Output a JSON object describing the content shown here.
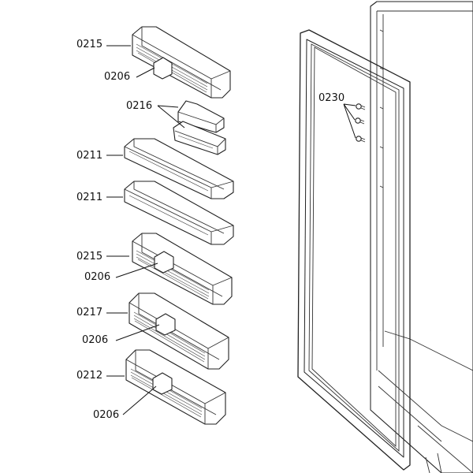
{
  "labels": {
    "l0215a": "0215",
    "l0206a": "0206",
    "l0216": "0216",
    "l0211a": "0211",
    "l0211b": "0211",
    "l0215b": "0215",
    "l0206b": "0206",
    "l0217": "0217",
    "l0206c": "0206",
    "l0212": "0212",
    "l0206d": "0206",
    "l0230": "0230"
  }
}
